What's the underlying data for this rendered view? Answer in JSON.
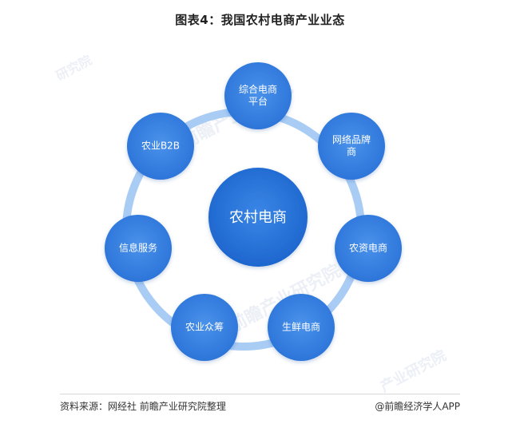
{
  "title": "图表4：我国农村电商产业业态",
  "colors": {
    "ring": "#a9ccf5",
    "node": "#2f7de1",
    "center": "#1f6fd6"
  },
  "diagram": {
    "center": {
      "label": "农村电商"
    },
    "nodes": [
      {
        "id": "comprehensive-platform",
        "lines": [
          "综合电商",
          "平台"
        ]
      },
      {
        "id": "online-brand",
        "lines": [
          "网络品牌",
          "商"
        ]
      },
      {
        "id": "agri-supply",
        "lines": [
          "农资电商"
        ]
      },
      {
        "id": "fresh-food",
        "lines": [
          "生鲜电商"
        ]
      },
      {
        "id": "crowdfunding",
        "lines": [
          "农业众筹"
        ]
      },
      {
        "id": "info-service",
        "lines": [
          "信息服务"
        ]
      },
      {
        "id": "agri-b2b",
        "lines": [
          "农业B2B"
        ]
      }
    ]
  },
  "watermarks": [
    "前瞻产业研究院",
    "研究院",
    "前瞻产业研究院",
    "产业研究院"
  ],
  "footer": {
    "source": "资料来源：网经社 前瞻产业研究院整理",
    "credit": "@前瞻经济学人APP"
  }
}
